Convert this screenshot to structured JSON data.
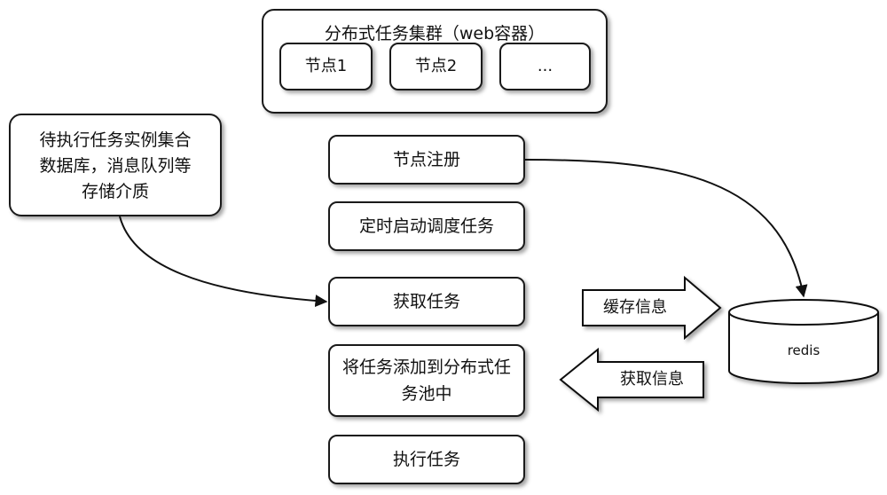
{
  "cluster": {
    "title": "分布式任务集群（web容器）",
    "nodes": [
      "节点1",
      "节点2",
      "..."
    ]
  },
  "store": {
    "lines": [
      "待执行任务实例集合",
      "数据库，消息队列等",
      "存储介质"
    ]
  },
  "steps": [
    "节点注册",
    "定时启动调度任务",
    "获取任务",
    "将任务添加到分布式任务池中",
    "执行任务"
  ],
  "arrows": {
    "cache_label": "缓存信息",
    "fetch_label": "获取信息"
  },
  "redis": {
    "label": "redis"
  }
}
